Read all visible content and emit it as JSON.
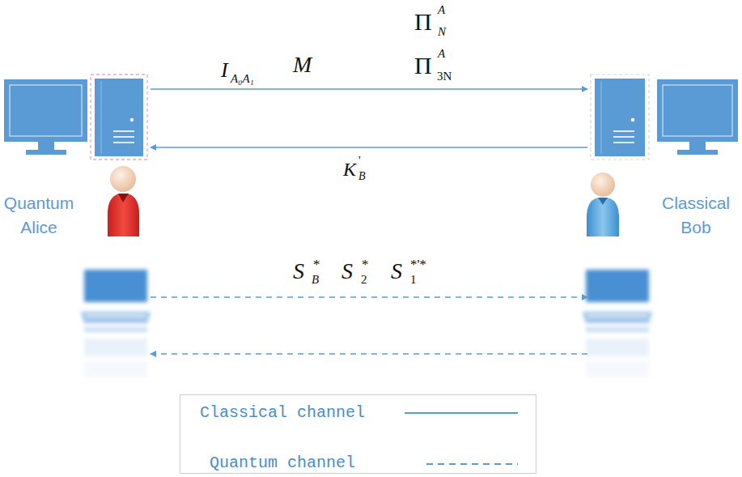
{
  "diagram": {
    "nodes": [
      {
        "text": [
          "Quantum Alice"
        ]
      },
      {
        "text": [
          "Classical Bob"
        ]
      }
    ],
    "edges": [
      {
        "from": 0,
        "to": 1,
        "arrow": "to"
      },
      {
        "from": 1,
        "to": 0,
        "arrow": "to"
      },
      {
        "from": 0,
        "to": 1,
        "arrow": "to"
      },
      {
        "from": 1,
        "to": 0,
        "arrow": "to"
      }
    ],
    "labels": [
      "I",
      "A₀A₁",
      "M",
      "Π",
      "A",
      "N",
      "Π",
      "A",
      "3N",
      "K",
      "'",
      "B",
      "S",
      "*",
      "B",
      "S",
      "*",
      "2",
      "S",
      "*'*",
      "1"
    ],
    "legend": [
      {
        "text": "Classical channel"
      },
      {
        "text": "Quantum channel"
      }
    ]
  }
}
